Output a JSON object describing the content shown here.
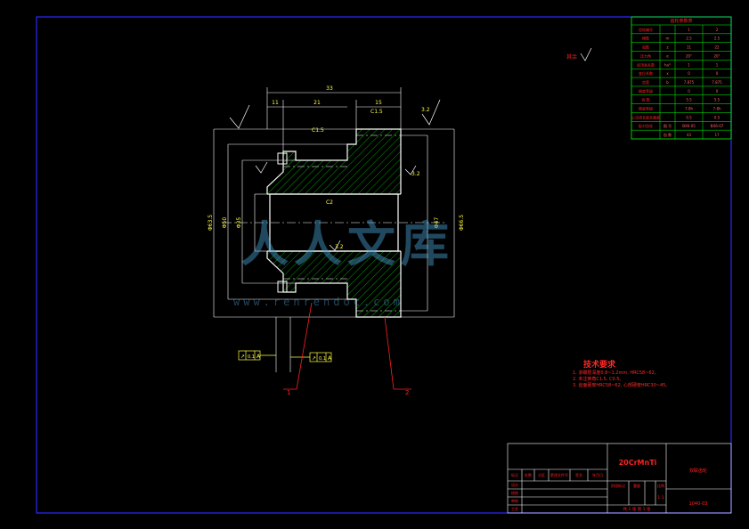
{
  "colors": {
    "background": "#000000",
    "frame": "#2a2aff",
    "outline": "#ffffff",
    "hatch": "#00c800",
    "dimension": "#ffff40",
    "leader": "#ff2020",
    "table_text": "#ff2020",
    "table_grid": "#00ff00"
  },
  "drawing": {
    "dims_top": [
      "33",
      "11",
      "21",
      "15",
      "C1.5",
      "C1.5",
      "3.2"
    ],
    "dims_left": [
      "Φ63.5",
      "Φ50",
      "Φ35",
      "C2",
      "3.2"
    ],
    "dims_right": [
      "Φ47",
      "Φ66.5",
      "3.2"
    ],
    "roughness_note": "其余"
  },
  "part_labels": [
    "1",
    "2"
  ],
  "tolerance_frames": [
    {
      "symbol": "↗",
      "value": "0.1",
      "datum": "A"
    },
    {
      "symbol": "↗",
      "value": "0.1",
      "datum": "A"
    }
  ],
  "gear_table": {
    "title": "齿轮参数表",
    "rows": [
      [
        "齿轮编号",
        "",
        "1",
        "2"
      ],
      [
        "模数",
        "m",
        "2.5",
        "2.5"
      ],
      [
        "齿数",
        "z",
        "11",
        "22"
      ],
      [
        "压力角",
        "α",
        "20°",
        "20°"
      ],
      [
        "齿顶高系数",
        "ha*",
        "1",
        "1"
      ],
      [
        "变位系数",
        "x",
        "0",
        "0"
      ],
      [
        "齿宽",
        "b",
        "7.875",
        "7.875"
      ],
      [
        "精度等级",
        "",
        "0",
        "0"
      ],
      [
        "齿 数",
        "",
        "5.5",
        "5.5"
      ],
      [
        "精度等级",
        "",
        "7-8h",
        "7-8h"
      ],
      [
        "公法线长度及偏差",
        "",
        "0.5",
        "0.5"
      ],
      [
        "配对齿轮",
        "图 号",
        "BX6-05",
        "BX6-07"
      ],
      [
        "",
        "齿 数",
        "43",
        "17"
      ]
    ]
  },
  "tech_requirements": {
    "title": "技术要求",
    "lines": [
      "1. 渗碳层深度0.8~1.2mm, HRC58~62。",
      "2. 未注倒角C1.5, C0.5。",
      "3. 齿面硬度HRC58~62, 心部硬度HRC30~45。"
    ]
  },
  "title_block": {
    "material": "20CrMnTi",
    "part_name": "双联齿轮",
    "drawing_no": "1040-03",
    "row_labels": [
      "设计",
      "校核",
      "审核",
      "工艺"
    ],
    "header_cols": [
      "标记",
      "处数",
      "分区",
      "更改文件号",
      "签名",
      "年月日"
    ],
    "stage_cols": [
      "阶段标记",
      "重量",
      "比例"
    ],
    "scale": "1:1",
    "sheet_info": "共 1 张 第 1 张"
  },
  "watermark": {
    "text": "人人文库",
    "url": "www.renrendoc.com"
  }
}
